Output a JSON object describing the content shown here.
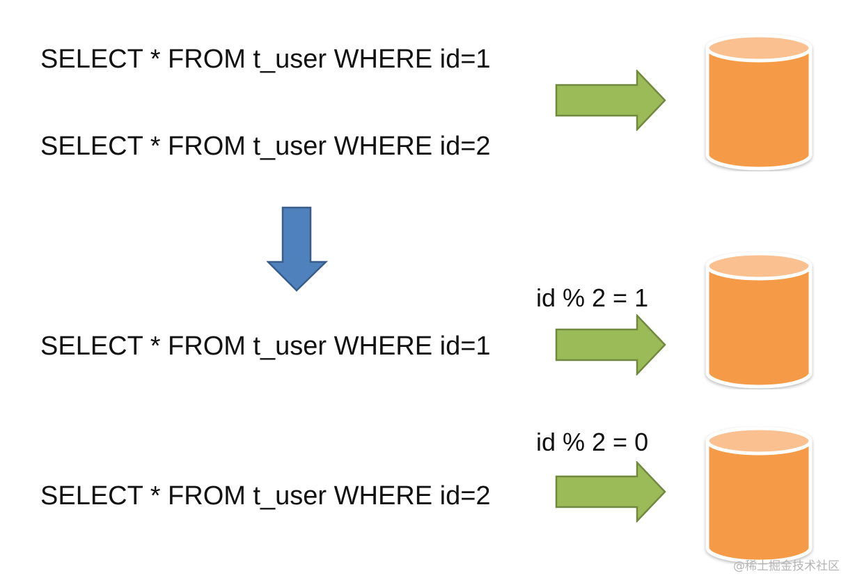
{
  "top": {
    "query_1": "SELECT * FROM t_user WHERE id=1",
    "query_2": "SELECT * FROM t_user WHERE id=2"
  },
  "bottom": {
    "query_1": "SELECT * FROM t_user WHERE id=1",
    "condition_1": "id % 2 = 1",
    "query_2": "SELECT * FROM t_user WHERE id=2",
    "condition_2": "id % 2 = 0"
  },
  "colors": {
    "database_body": "#F59A46",
    "database_top": "#FAC090",
    "right_arrow": "#9BBB59",
    "down_arrow": "#4F81BD"
  },
  "watermark": "@稀土掘金技术社区"
}
